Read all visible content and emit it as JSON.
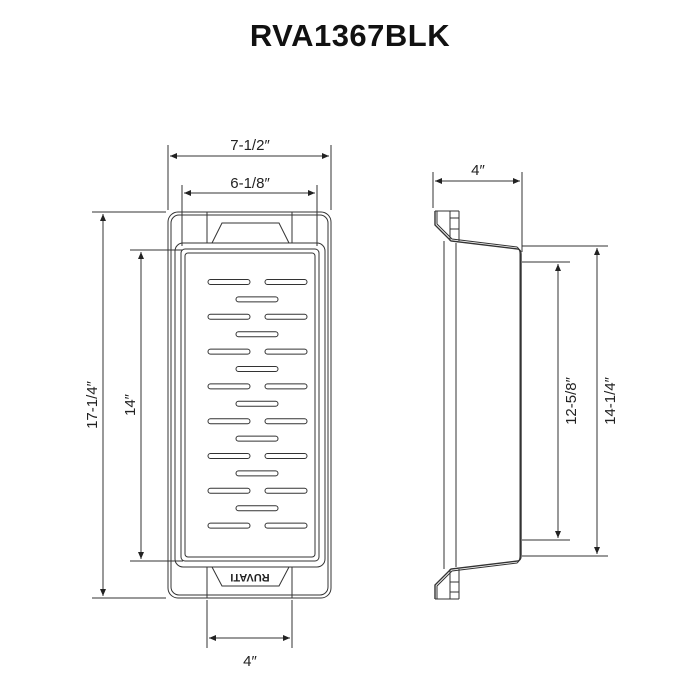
{
  "title": "RVA1367BLK",
  "logo_text": "RUVATI",
  "dimensions": {
    "front_outer_width": "7-1/2″",
    "front_inner_width": "6-1/8″",
    "front_outer_length": "17-1/4″",
    "front_inner_length": "14″",
    "front_handle_width": "4″",
    "side_depth": "4″",
    "side_inner_length": "12-5/8″",
    "side_outer_length": "14-1/4″"
  },
  "slot_rows_pairs": 8,
  "slot_rows_center": 7
}
